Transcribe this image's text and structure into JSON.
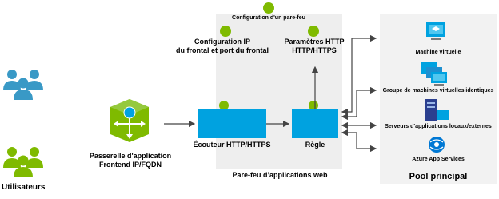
{
  "users": {
    "label": "Utilisateurs"
  },
  "gateway": {
    "line1": "Passerelle d'application",
    "line2": "Frontend IP/FQDN"
  },
  "firewall": {
    "config_label": "Configuration d'un pare-feu",
    "frontend_config_line1": "Configuration IP",
    "frontend_config_line2": "du frontal et port du frontal",
    "http_params_line1": "Paramètres HTTP",
    "http_params_line2": "HTTP/HTTPS",
    "listener_label": "Écouteur HTTP/HTTPS",
    "rule_label": "Règle",
    "waf_label": "Pare-feu d’applications web"
  },
  "backend_pool": {
    "title": "Pool principal",
    "items": [
      {
        "label": "Machine virtuelle",
        "icon": "virtual-machine-icon"
      },
      {
        "label": "Groupe de machines virtuelles identiques",
        "icon": "vm-scale-set-icon"
      },
      {
        "label": "Serveurs d'applications locaux/externes",
        "icon": "server-icon"
      },
      {
        "label": "Azure App Services",
        "icon": "app-services-icon"
      }
    ]
  },
  "colors": {
    "accent": "#00A2E0",
    "user_blue": "#3999C6",
    "user_green": "#7FBA00",
    "panel_gray": "#EEEEEE",
    "pool_gray": "#F2F2F2",
    "arrow": "#444444"
  }
}
